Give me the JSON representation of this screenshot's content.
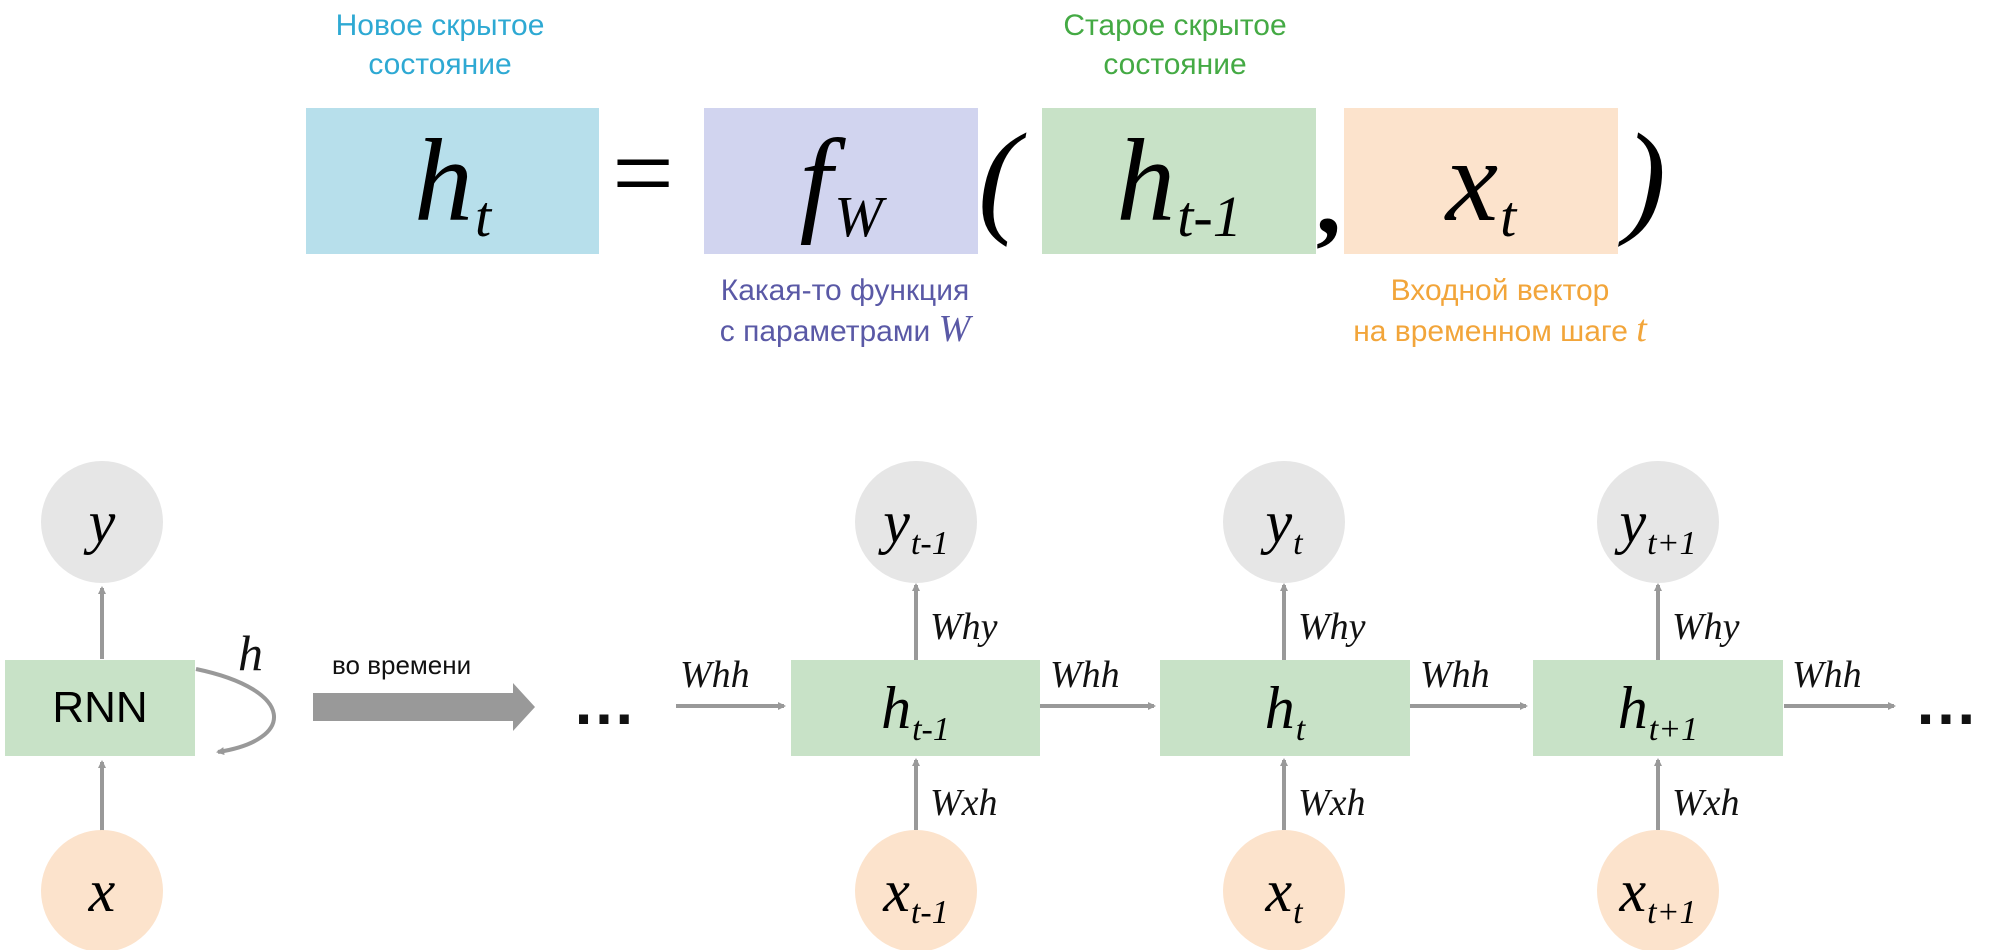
{
  "formula": {
    "new_hidden_caption": [
      "Новое скрытое",
      "состояние"
    ],
    "old_hidden_caption": [
      "Старое скрытое",
      "состояние"
    ],
    "function_caption": [
      "Какая-то функция",
      "с параметрами "
    ],
    "function_caption_symbol": "W",
    "input_caption": [
      "Входной вектор",
      "на временном шаге "
    ],
    "input_caption_symbol": "t",
    "ht_base": "h",
    "ht_sub": "t",
    "equals": "=",
    "fw_base": "f",
    "fw_sub": "W",
    "open_paren": "(",
    "hprev_base": "h",
    "hprev_sub": "t-1",
    "comma": ",",
    "xt_base": "x",
    "xt_sub": "t",
    "close_paren": ")"
  },
  "colors": {
    "new_hidden": "#b7dfeb",
    "function": "#d1d4ef",
    "old_hidden": "#c8e2c7",
    "input": "#fce3cc",
    "caption_blue": "#2ea9d3",
    "caption_green": "#44aa44",
    "caption_purple": "#5a59a6",
    "caption_orange": "#f2a53a",
    "arrow": "#999999"
  },
  "folded": {
    "output": "y",
    "cell": "RNN",
    "input": "x",
    "loop_label": "h",
    "unroll_label": "во времени"
  },
  "unrolled": {
    "ellipsis_left": "…",
    "ellipsis_right": "…",
    "steps": [
      {
        "y": "y",
        "y_sub": "t-1",
        "h": "h",
        "h_sub": "t-1",
        "x": "x",
        "x_sub": "t-1",
        "why": "Why",
        "wxh": "Wxh",
        "whh_in": "Whh"
      },
      {
        "y": "y",
        "y_sub": "t",
        "h": "h",
        "h_sub": "t",
        "x": "x",
        "x_sub": "t",
        "why": "Why",
        "wxh": "Wxh",
        "whh_in": "Whh"
      },
      {
        "y": "y",
        "y_sub": "t+1",
        "h": "h",
        "h_sub": "t+1",
        "x": "x",
        "x_sub": "t+1",
        "why": "Why",
        "wxh": "Wxh",
        "whh_in": "Whh"
      }
    ],
    "whh_out": "Whh"
  }
}
